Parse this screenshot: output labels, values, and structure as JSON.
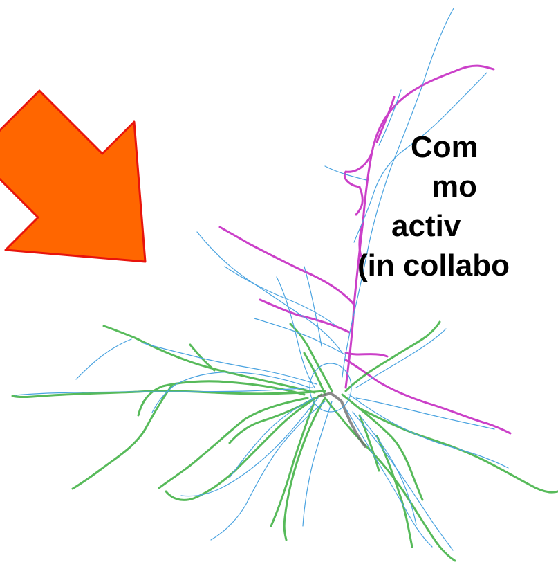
{
  "caption": {
    "lines": [
      "Com",
      "mo",
      "activ",
      "(in collabo"
    ]
  },
  "colors": {
    "arrow_fill": "#ff6600",
    "arrow_stroke": "#e8140c",
    "apical_dendrite": "#c21fbf",
    "basal_dendrite": "#2eaa32",
    "axon": "#6e6e6e",
    "model_trace": "#4aa3e0",
    "caption_text": "#000000"
  },
  "icons": [
    "pointer-arrow",
    "neuron-reconstruction"
  ]
}
